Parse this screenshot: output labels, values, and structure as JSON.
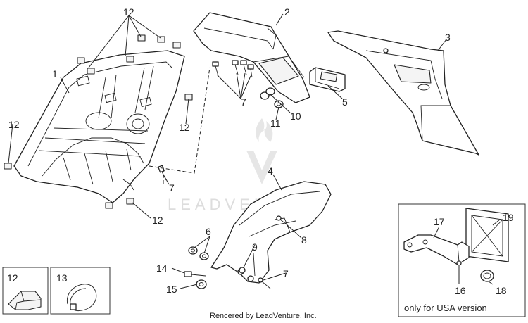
{
  "watermark": {
    "text": "LEADVENTURE"
  },
  "credit": "Rencered by LeadVenture, Inc.",
  "usa_note": "only for USA version",
  "callouts": {
    "c1": "1",
    "c2": "2",
    "c3": "3",
    "c4": "4",
    "c5": "5",
    "c6": "6",
    "c7a": "7",
    "c7b": "7",
    "c7c": "7",
    "c8": "8",
    "c9": "9",
    "c10": "10",
    "c11": "11",
    "c12a": "12",
    "c12b": "12",
    "c12c": "12",
    "c12d": "12",
    "c12e": "12",
    "c13": "13",
    "c14": "14",
    "c15": "15",
    "c16": "16",
    "c17": "17",
    "c18": "18",
    "c19": "19"
  },
  "colors": {
    "line": "#222222",
    "watermark": "#dddddd",
    "background": "#ffffff"
  }
}
